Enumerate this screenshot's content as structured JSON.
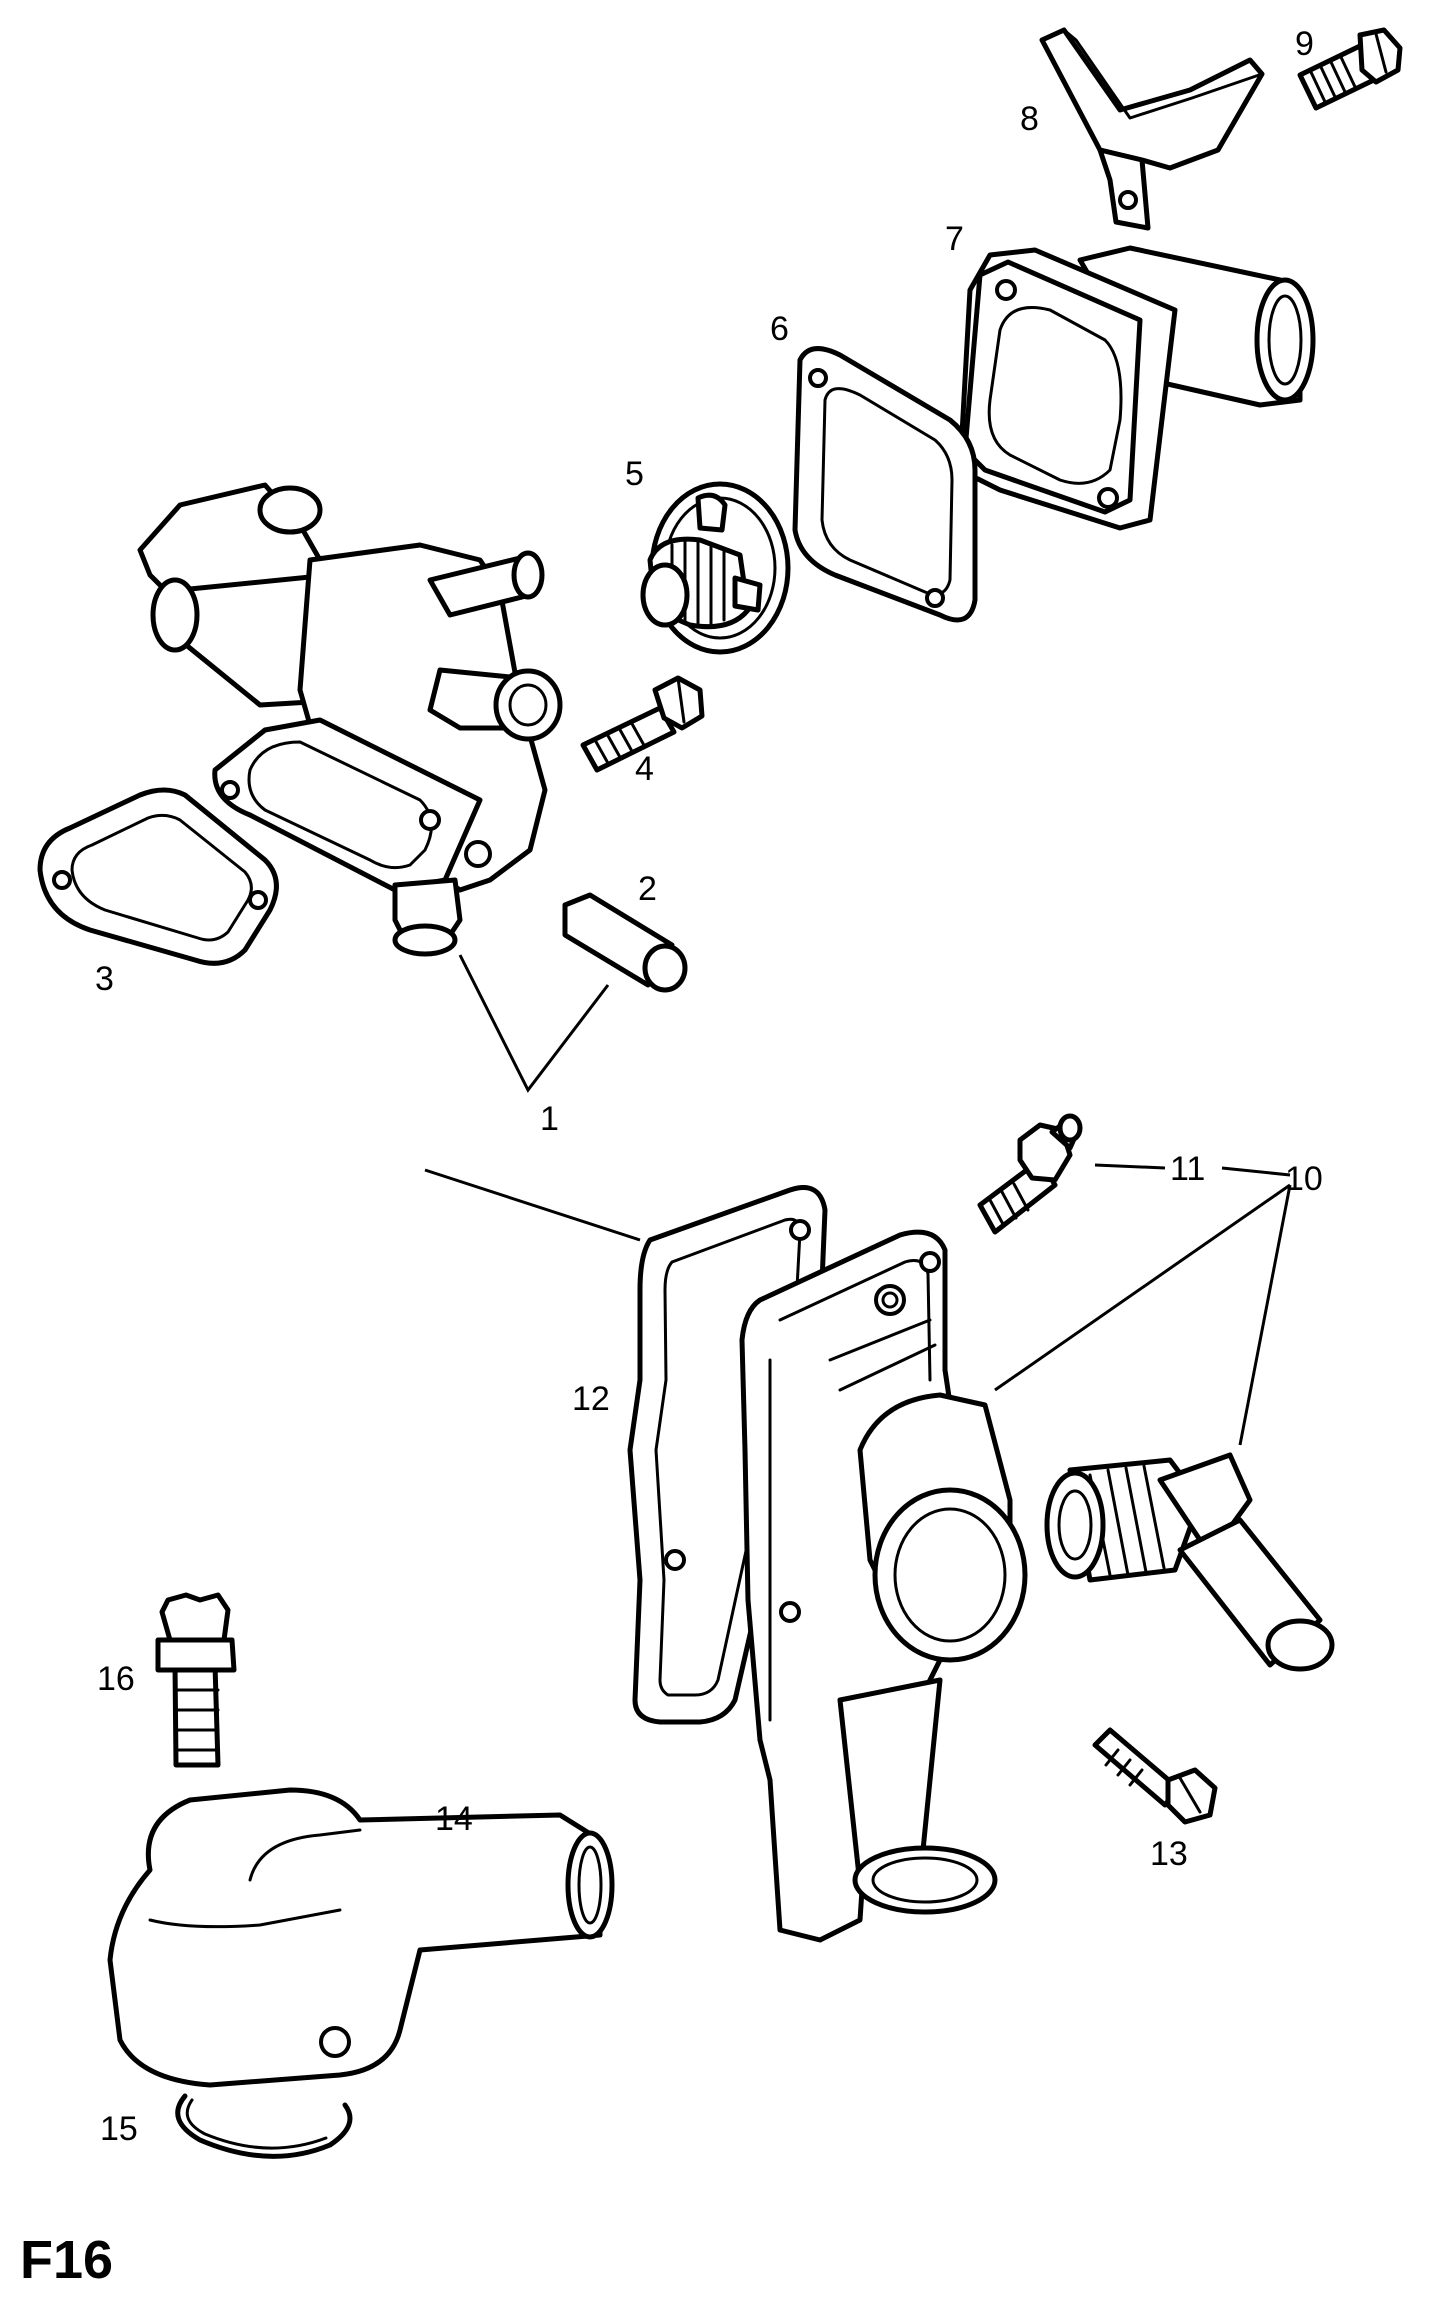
{
  "figure_code": "F16",
  "callouts": [
    {
      "id": "1",
      "text": "1"
    },
    {
      "id": "2",
      "text": "2"
    },
    {
      "id": "3",
      "text": "3"
    },
    {
      "id": "4",
      "text": "4"
    },
    {
      "id": "5",
      "text": "5"
    },
    {
      "id": "6",
      "text": "6"
    },
    {
      "id": "7",
      "text": "7"
    },
    {
      "id": "8",
      "text": "8"
    },
    {
      "id": "9",
      "text": "9"
    },
    {
      "id": "10",
      "text": "10"
    },
    {
      "id": "11",
      "text": "11"
    },
    {
      "id": "12",
      "text": "12"
    },
    {
      "id": "13",
      "text": "13"
    },
    {
      "id": "14",
      "text": "14"
    },
    {
      "id": "15",
      "text": "15"
    },
    {
      "id": "16",
      "text": "16"
    }
  ],
  "colors": {
    "ink": "#000000",
    "paper": "#ffffff"
  }
}
